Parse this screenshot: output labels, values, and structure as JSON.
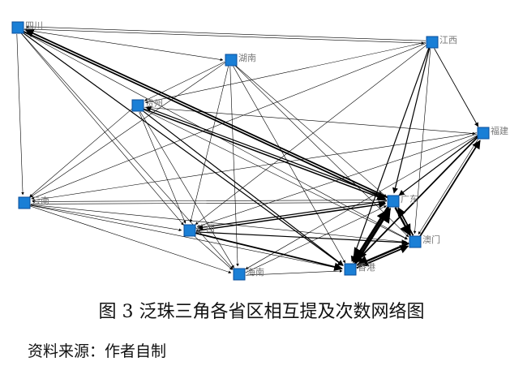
{
  "nodes": [
    {
      "id": "sichuan",
      "label": "四川"
    },
    {
      "id": "jiangxi",
      "label": "江西"
    },
    {
      "id": "hunan",
      "label": "湖南"
    },
    {
      "id": "guizhou",
      "label": "贵州"
    },
    {
      "id": "fujian",
      "label": "福建"
    },
    {
      "id": "yunnan",
      "label": "云南"
    },
    {
      "id": "guangdong",
      "label": "广东"
    },
    {
      "id": "guangxi",
      "label": "广西"
    },
    {
      "id": "macau",
      "label": "澳门"
    },
    {
      "id": "hainan",
      "label": "海南"
    },
    {
      "id": "hongkong",
      "label": "香港"
    }
  ],
  "edges": [
    [
      "sichuan",
      "jiangxi",
      1
    ],
    [
      "jiangxi",
      "sichuan",
      1
    ],
    [
      "sichuan",
      "hunan",
      1
    ],
    [
      "sichuan",
      "yunnan",
      1
    ],
    [
      "sichuan",
      "guangdong",
      3
    ],
    [
      "guangdong",
      "sichuan",
      3
    ],
    [
      "sichuan",
      "hongkong",
      2
    ],
    [
      "sichuan",
      "macau",
      1
    ],
    [
      "sichuan",
      "guangxi",
      1
    ],
    [
      "sichuan",
      "hainan",
      1
    ],
    [
      "jiangxi",
      "fujian",
      1.5
    ],
    [
      "jiangxi",
      "guangdong",
      2
    ],
    [
      "jiangxi",
      "hongkong",
      2
    ],
    [
      "jiangxi",
      "macau",
      1
    ],
    [
      "jiangxi",
      "guizhou",
      1
    ],
    [
      "jiangxi",
      "yunnan",
      1
    ],
    [
      "jiangxi",
      "guangxi",
      1
    ],
    [
      "hunan",
      "guizhou",
      1
    ],
    [
      "hunan",
      "guangxi",
      1
    ],
    [
      "hunan",
      "hongkong",
      1
    ],
    [
      "hunan",
      "guangdong",
      1
    ],
    [
      "hunan",
      "yunnan",
      1
    ],
    [
      "hunan",
      "hainan",
      1
    ],
    [
      "hunan",
      "macau",
      1
    ],
    [
      "guizhou",
      "guangdong",
      2.5
    ],
    [
      "guangdong",
      "guizhou",
      2
    ],
    [
      "guizhou",
      "hongkong",
      2
    ],
    [
      "guizhou",
      "macau",
      1
    ],
    [
      "guizhou",
      "guangxi",
      1
    ],
    [
      "guizhou",
      "hainan",
      1
    ],
    [
      "guizhou",
      "yunnan",
      1
    ],
    [
      "guizhou",
      "fujian",
      1
    ],
    [
      "fujian",
      "guangdong",
      2
    ],
    [
      "fujian",
      "hongkong",
      3
    ],
    [
      "fujian",
      "macau",
      1
    ],
    [
      "fujian",
      "guangxi",
      1
    ],
    [
      "fujian",
      "yunnan",
      1
    ],
    [
      "fujian",
      "hainan",
      1
    ],
    [
      "guangdong",
      "yunnan",
      1
    ],
    [
      "yunnan",
      "guangdong",
      1
    ],
    [
      "yunnan",
      "guangxi",
      1
    ],
    [
      "yunnan",
      "hainan",
      1
    ],
    [
      "yunnan",
      "hongkong",
      1
    ],
    [
      "yunnan",
      "macau",
      1
    ],
    [
      "guangdong",
      "hongkong",
      5
    ],
    [
      "hongkong",
      "guangdong",
      5
    ],
    [
      "guangdong",
      "macau",
      4
    ],
    [
      "macau",
      "guangdong",
      3
    ],
    [
      "guangxi",
      "guangdong",
      2.5
    ],
    [
      "guangdong",
      "guangxi",
      2
    ],
    [
      "guangxi",
      "hongkong",
      3
    ],
    [
      "guangxi",
      "macau",
      2
    ],
    [
      "guangxi",
      "hainan",
      1
    ],
    [
      "hainan",
      "hongkong",
      1
    ],
    [
      "macau",
      "hongkong",
      4
    ],
    [
      "hongkong",
      "macau",
      3
    ],
    [
      "macau",
      "fujian",
      3
    ],
    [
      "hainan",
      "guangdong",
      1
    ]
  ],
  "caption": "图 3   泛珠三角各省区相互提及次数网络图",
  "source": "资料来源：作者自制",
  "colors": {
    "node": "#1a7fd6",
    "node_border": "#0a4c99",
    "edge": "#000000"
  }
}
